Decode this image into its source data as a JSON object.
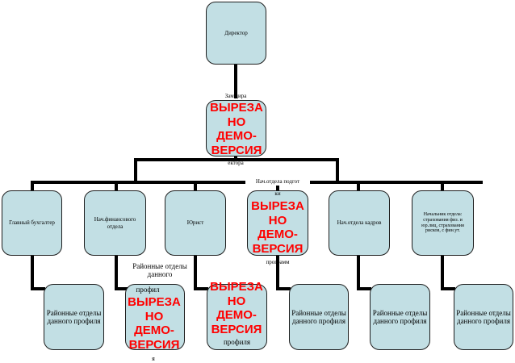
{
  "director": {
    "label": "Директор"
  },
  "deputy": {
    "label_top": "Зам.дира",
    "label_bottom": "ектора"
  },
  "departments": [
    {
      "label": "Главный бухгалтер"
    },
    {
      "label": "Нач.финансового отдела"
    },
    {
      "label": "Юрист"
    },
    {
      "label_top": "Нач.отдела подгот",
      "label_top2": "ки",
      "label_bottom": "программ"
    },
    {
      "label": "Нач.отдела кадров"
    },
    {
      "label": "Начальник отдела: страхования физ. и юр.лиц, страхования рисков, с фин.ут."
    }
  ],
  "regional": [
    {
      "label": "Районные отделы данного профиля"
    },
    {
      "label_top": "Районные отделы данного",
      "label_top2": "профил",
      "label_bottom": "я"
    },
    {
      "label": "профиля"
    },
    {
      "label": "Районные отделы данного профиля"
    },
    {
      "label": "Районные отделы данного профиля"
    },
    {
      "label": "Районные отделы данного профиля"
    }
  ],
  "watermark": {
    "line1": "ВЫРЕЗА",
    "line2": "НО",
    "line3": "ДЕМО-",
    "line4": "ВЕРСИЯ"
  }
}
